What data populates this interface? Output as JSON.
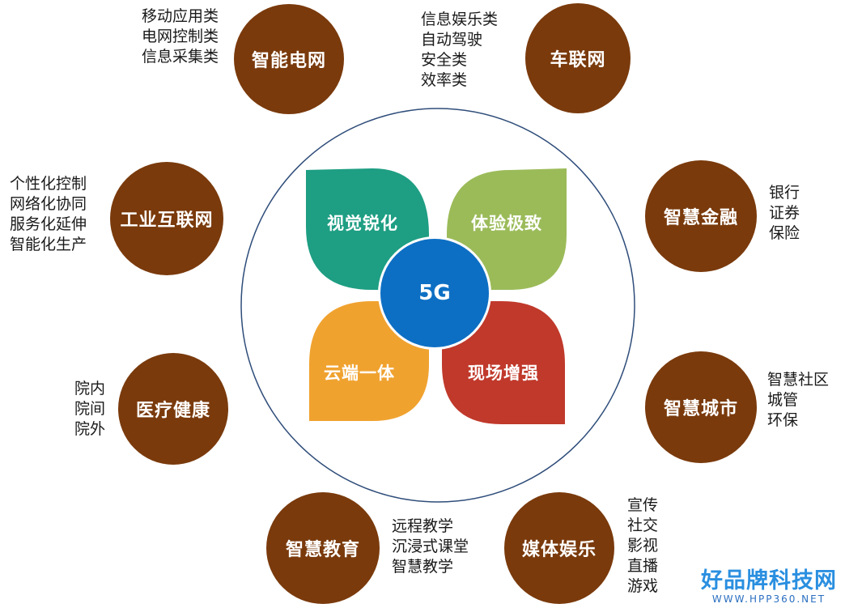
{
  "colors": {
    "node_fill": "#7a3a0c",
    "ring_stroke": "#2f4d7a",
    "petal_teal": "#1e9e83",
    "petal_green": "#9bbb59",
    "petal_orange": "#f0a22f",
    "petal_red": "#c0392b",
    "core_blue": "#0d6fc4",
    "watermark_blue": "#2a8fe0",
    "watermark_orange": "#f39a1e"
  },
  "center": {
    "core_label": "5G",
    "petals": [
      {
        "label": "视觉锐化"
      },
      {
        "label": "体验极致"
      },
      {
        "label": "云端一体"
      },
      {
        "label": "现场增强"
      }
    ]
  },
  "nodes": [
    {
      "label": "智能电网",
      "items": [
        "移动应用类",
        "电网控制类",
        "信息采集类"
      ]
    },
    {
      "label": "车联网",
      "items": [
        "信息娱乐类",
        "自动驾驶",
        "安全类",
        "效率类"
      ]
    },
    {
      "label": "工业互联网",
      "items": [
        "个性化控制",
        "网络化协同",
        "服务化延伸",
        "智能化生产"
      ]
    },
    {
      "label": "智慧金融",
      "items": [
        "银行",
        "证券",
        "保险"
      ]
    },
    {
      "label": "医疗健康",
      "items": [
        "院内",
        "院间",
        "院外"
      ]
    },
    {
      "label": "智慧城市",
      "items": [
        "智慧社区",
        "城管",
        "环保"
      ]
    },
    {
      "label": "智慧教育",
      "items": [
        "远程教学",
        "沉浸式课堂",
        "智慧教学"
      ]
    },
    {
      "label": "媒体娱乐",
      "items": [
        "宣传",
        "社交",
        "影视",
        "直播",
        "游戏"
      ]
    }
  ],
  "watermark": {
    "title_a": "好品牌",
    "title_b": "科技网",
    "url": "WWW.HPP360.NET"
  }
}
